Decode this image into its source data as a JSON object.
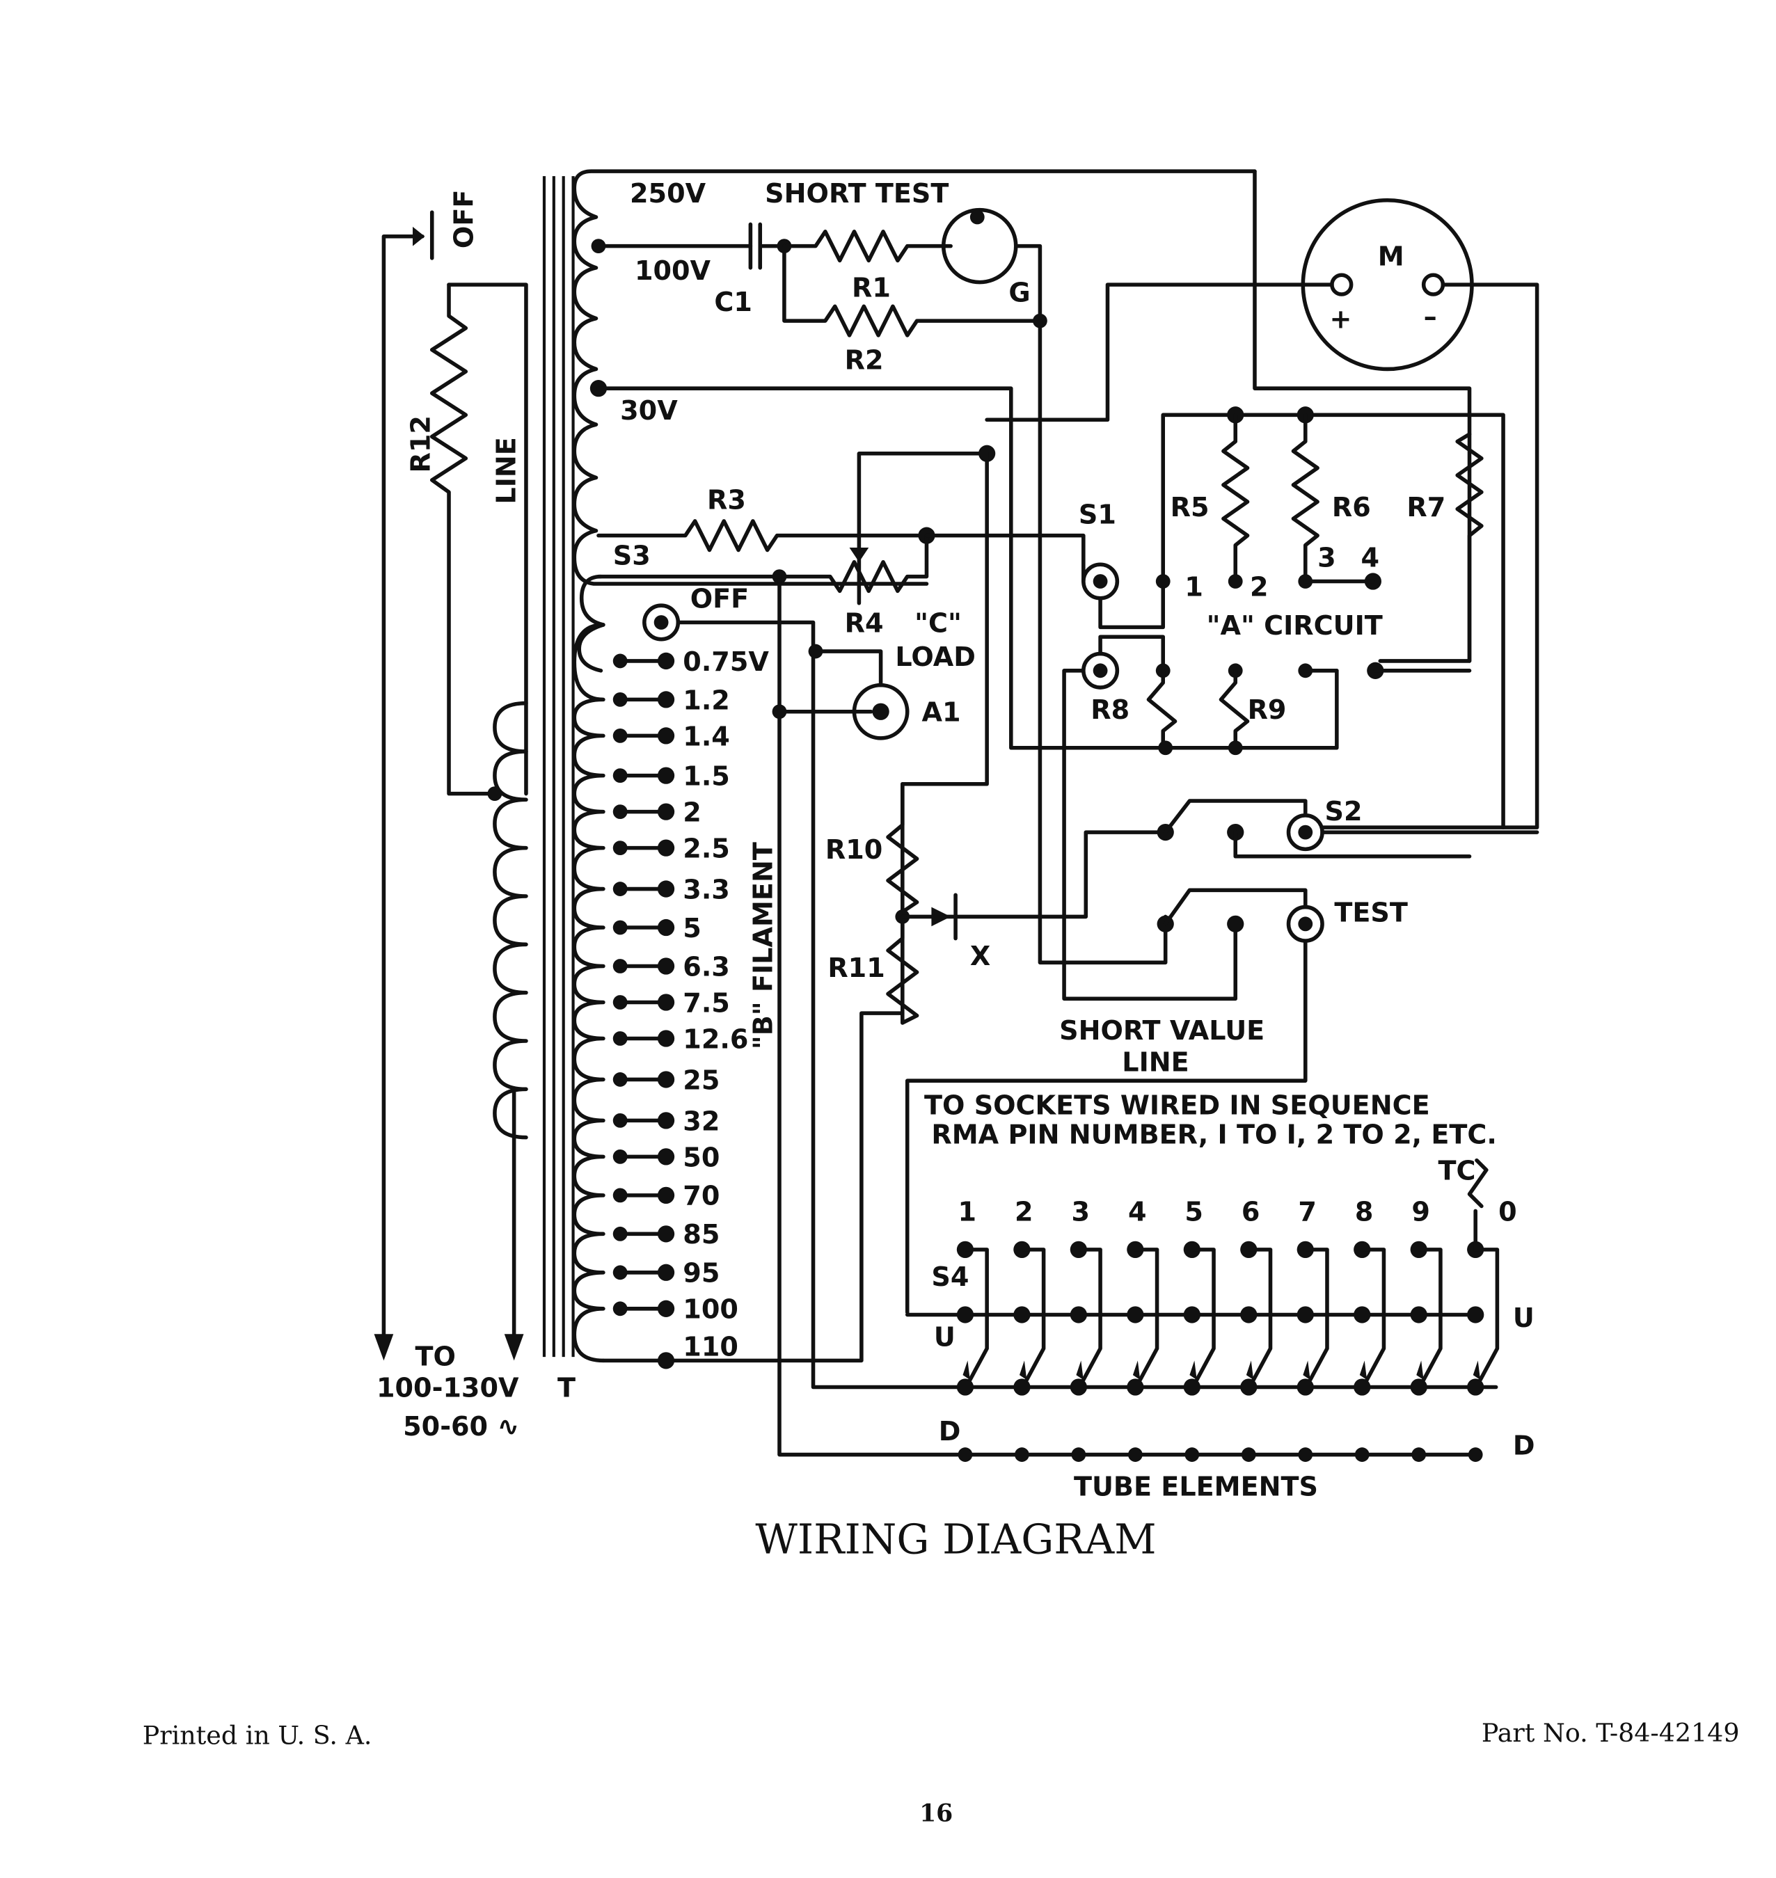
{
  "document": {
    "title": "WIRING DIAGRAM",
    "footer_left": "Printed in U. S. A.",
    "footer_right": "Part No. T-84-42149",
    "page_number": "16"
  },
  "diagram": {
    "power": {
      "switch_off": "OFF",
      "r12": "R12",
      "line": "LINE",
      "input_to": "TO",
      "input_voltage": "100-130V",
      "input_freq": "50-60 ∿",
      "transformer": "T"
    },
    "upper_winding": {
      "tap_250": "250V",
      "tap_100": "100V",
      "tap_30": "30V",
      "s3": "S3"
    },
    "short_test": {
      "label": "SHORT TEST",
      "c1": "C1",
      "r1": "R1",
      "r2": "R2",
      "g": "G"
    },
    "bias": {
      "r3": "R3",
      "r4": "R4",
      "c_load_1": "\"C\"",
      "c_load_2": "LOAD",
      "a1": "A1",
      "off": "OFF"
    },
    "filament": {
      "label": "\"B\" FILAMENT",
      "taps": [
        "0.75V",
        "1.2",
        "1.4",
        "1.5",
        "2",
        "2.5",
        "3.3",
        "5",
        "6.3",
        "7.5",
        "12.6",
        "25",
        "32",
        "50",
        "70",
        "85",
        "95",
        "100",
        "110"
      ]
    },
    "meter": {
      "label": "M",
      "plus": "+",
      "minus": "–"
    },
    "a_circuit": {
      "label": "\"A\" CIRCUIT",
      "s1": "S1",
      "r5": "R5",
      "r6": "R6",
      "r7": "R7",
      "r8": "R8",
      "r9": "R9",
      "pos": [
        "1",
        "2",
        "3",
        "4"
      ]
    },
    "switches": {
      "s2": "S2",
      "test": "TEST",
      "short_value_1": "SHORT VALUE",
      "short_value_2": "LINE",
      "r10": "R10",
      "r11": "R11",
      "x": "X"
    },
    "sockets": {
      "note_1": "TO SOCKETS WIRED IN SEQUENCE",
      "note_2": "RMA PIN NUMBER, I TO I, 2 TO 2, ETC.",
      "tc": "TC",
      "s4": "S4",
      "u": "U",
      "d": "D",
      "pins": [
        "1",
        "2",
        "3",
        "4",
        "5",
        "6",
        "7",
        "8",
        "9",
        "0"
      ],
      "tube_elements": "TUBE ELEMENTS"
    }
  }
}
